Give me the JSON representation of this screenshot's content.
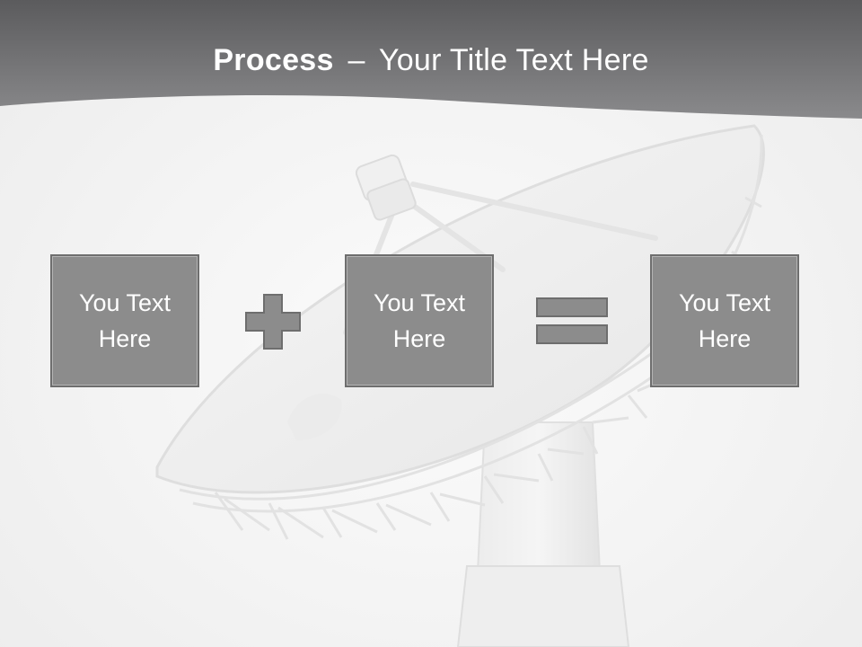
{
  "slide": {
    "title": {
      "bold": "Process",
      "separator": "–",
      "rest": "Your Title Text Here"
    },
    "boxes": [
      {
        "text": "You Text\nHere"
      },
      {
        "text": "You Text\nHere"
      },
      {
        "text": "You Text\nHere"
      }
    ],
    "operators": {
      "first": "plus-icon",
      "second": "equals-icon"
    },
    "colors": {
      "header": "#7a7a7c",
      "box_fill": "#8c8c8c",
      "box_border": "#6e6e6e",
      "operator_fill": "#8c8c8c",
      "text": "#ffffff"
    },
    "background_image": "satellite-dish"
  }
}
